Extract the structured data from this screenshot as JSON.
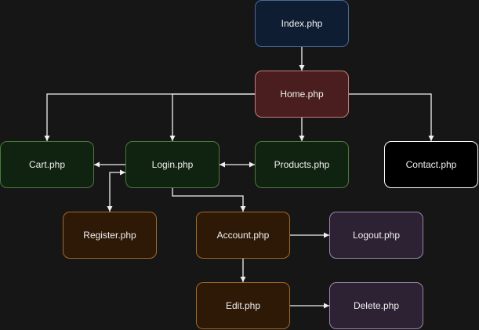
{
  "nodes": [
    {
      "id": "index",
      "label": "Index.php",
      "fill": "#0f1d33",
      "stroke": "#4a6a96"
    },
    {
      "id": "home",
      "label": "Home.php",
      "fill": "#4a1e1e",
      "stroke": "#c87a7a"
    },
    {
      "id": "cart",
      "label": "Cart.php",
      "fill": "#102210",
      "stroke": "#4a7a3a"
    },
    {
      "id": "login",
      "label": "Login.php",
      "fill": "#102210",
      "stroke": "#4a7a3a"
    },
    {
      "id": "products",
      "label": "Products.php",
      "fill": "#102210",
      "stroke": "#4a7a3a"
    },
    {
      "id": "contact",
      "label": "Contact.php",
      "fill": "#000000",
      "stroke": "#ffffff"
    },
    {
      "id": "register",
      "label": "Register.php",
      "fill": "#2e1806",
      "stroke": "#a06a2a"
    },
    {
      "id": "account",
      "label": "Account.php",
      "fill": "#2e1806",
      "stroke": "#a06a2a"
    },
    {
      "id": "logout",
      "label": "Logout.php",
      "fill": "#2d2233",
      "stroke": "#9a86ab"
    },
    {
      "id": "edit",
      "label": "Edit.php",
      "fill": "#2e1806",
      "stroke": "#a06a2a"
    },
    {
      "id": "delete",
      "label": "Delete.php",
      "fill": "#2d2233",
      "stroke": "#9a86ab"
    }
  ],
  "edges": [
    {
      "from": "index",
      "to": "home",
      "bidirectional": false
    },
    {
      "from": "home",
      "to": "cart",
      "bidirectional": false
    },
    {
      "from": "home",
      "to": "login",
      "bidirectional": false
    },
    {
      "from": "home",
      "to": "products",
      "bidirectional": false
    },
    {
      "from": "home",
      "to": "contact",
      "bidirectional": false
    },
    {
      "from": "login",
      "to": "cart",
      "bidirectional": false
    },
    {
      "from": "login",
      "to": "products",
      "bidirectional": true
    },
    {
      "from": "login",
      "to": "register",
      "bidirectional": true
    },
    {
      "from": "login",
      "to": "account",
      "bidirectional": false
    },
    {
      "from": "account",
      "to": "logout",
      "bidirectional": false
    },
    {
      "from": "account",
      "to": "edit",
      "bidirectional": false
    },
    {
      "from": "edit",
      "to": "delete",
      "bidirectional": false
    }
  ],
  "colors": {
    "background": "#161616",
    "edge": "#f0f0f0",
    "text": "#f0f0f0"
  }
}
